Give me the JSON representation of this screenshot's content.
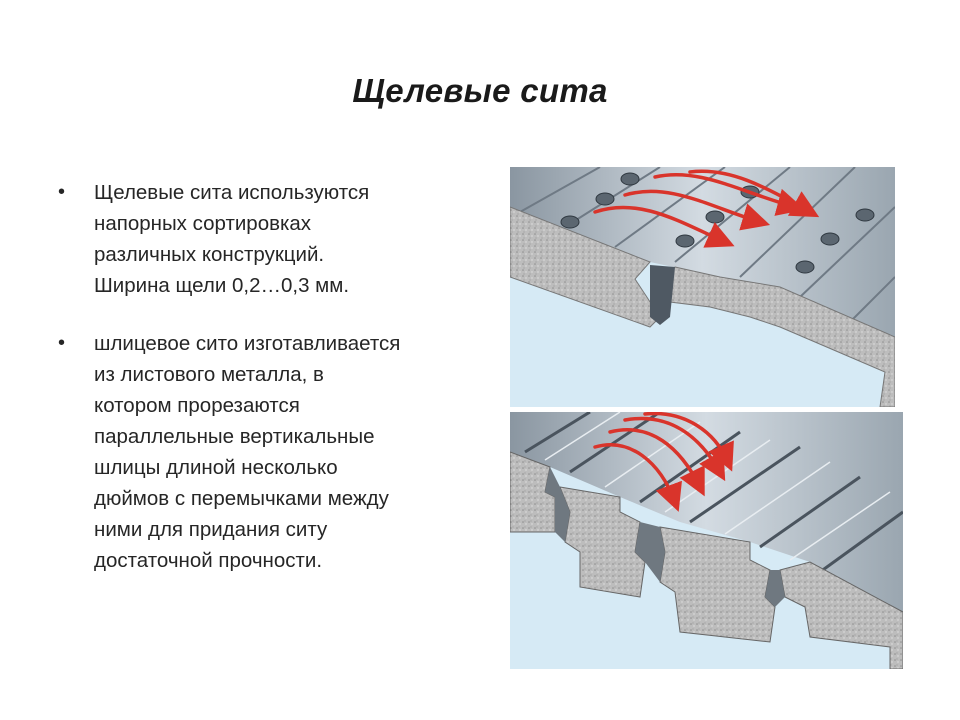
{
  "title": "Щелевые сита",
  "bullets": [
    {
      "lines": [
        "Щелевые сита используются",
        "напорных сортировках",
        "различных конструкций.",
        "Ширина щели 0,2…0,3 мм."
      ]
    },
    {
      "lines": [
        "шлицевое сито изготавливается",
        "из листового металла, в",
        "котором прорезаются",
        "параллельные вертикальные",
        "шлицы длиной несколько",
        "дюймов с перемычками между",
        "ними для придания ситу",
        "достаточной прочности."
      ]
    }
  ],
  "bullet_glyph": "•",
  "colors": {
    "text": "#262626",
    "background_sky": "#d6eaf5",
    "metal_light": "#c9d3dc",
    "metal_dark": "#7d8893",
    "concrete": "#b8b8b8",
    "arrow": "#d9342b"
  },
  "figures": [
    {
      "name": "perforated-screen-illustration"
    },
    {
      "name": "slotted-screen-illustration"
    }
  ]
}
